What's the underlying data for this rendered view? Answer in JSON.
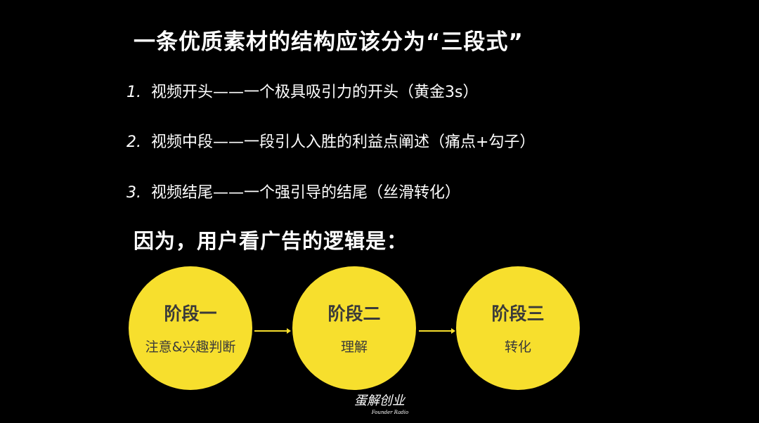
{
  "title": "一条优质素材的结构应该分为“三段式”",
  "items": [
    {
      "num": "1.",
      "text": "视频开头——一个极具吸引力的开头（黄金3s）"
    },
    {
      "num": "2.",
      "text": "视频中段——一段引人入胜的利益点阐述（痛点+勾子）"
    },
    {
      "num": "3.",
      "text": "视频结尾——一个强引导的结尾（丝滑转化）"
    }
  ],
  "subtitle": "因为，用户看广告的逻辑是：",
  "stages": [
    {
      "title": "阶段一",
      "desc": "注意&兴趣判断"
    },
    {
      "title": "阶段二",
      "desc": "理解"
    },
    {
      "title": "阶段三",
      "desc": "转化"
    }
  ],
  "logo": {
    "text": "蛋解创业",
    "sub": "Founder Radio"
  },
  "colors": {
    "background": "#000000",
    "circle": "#f7df2d",
    "circle_text": "#3a3a3a"
  }
}
